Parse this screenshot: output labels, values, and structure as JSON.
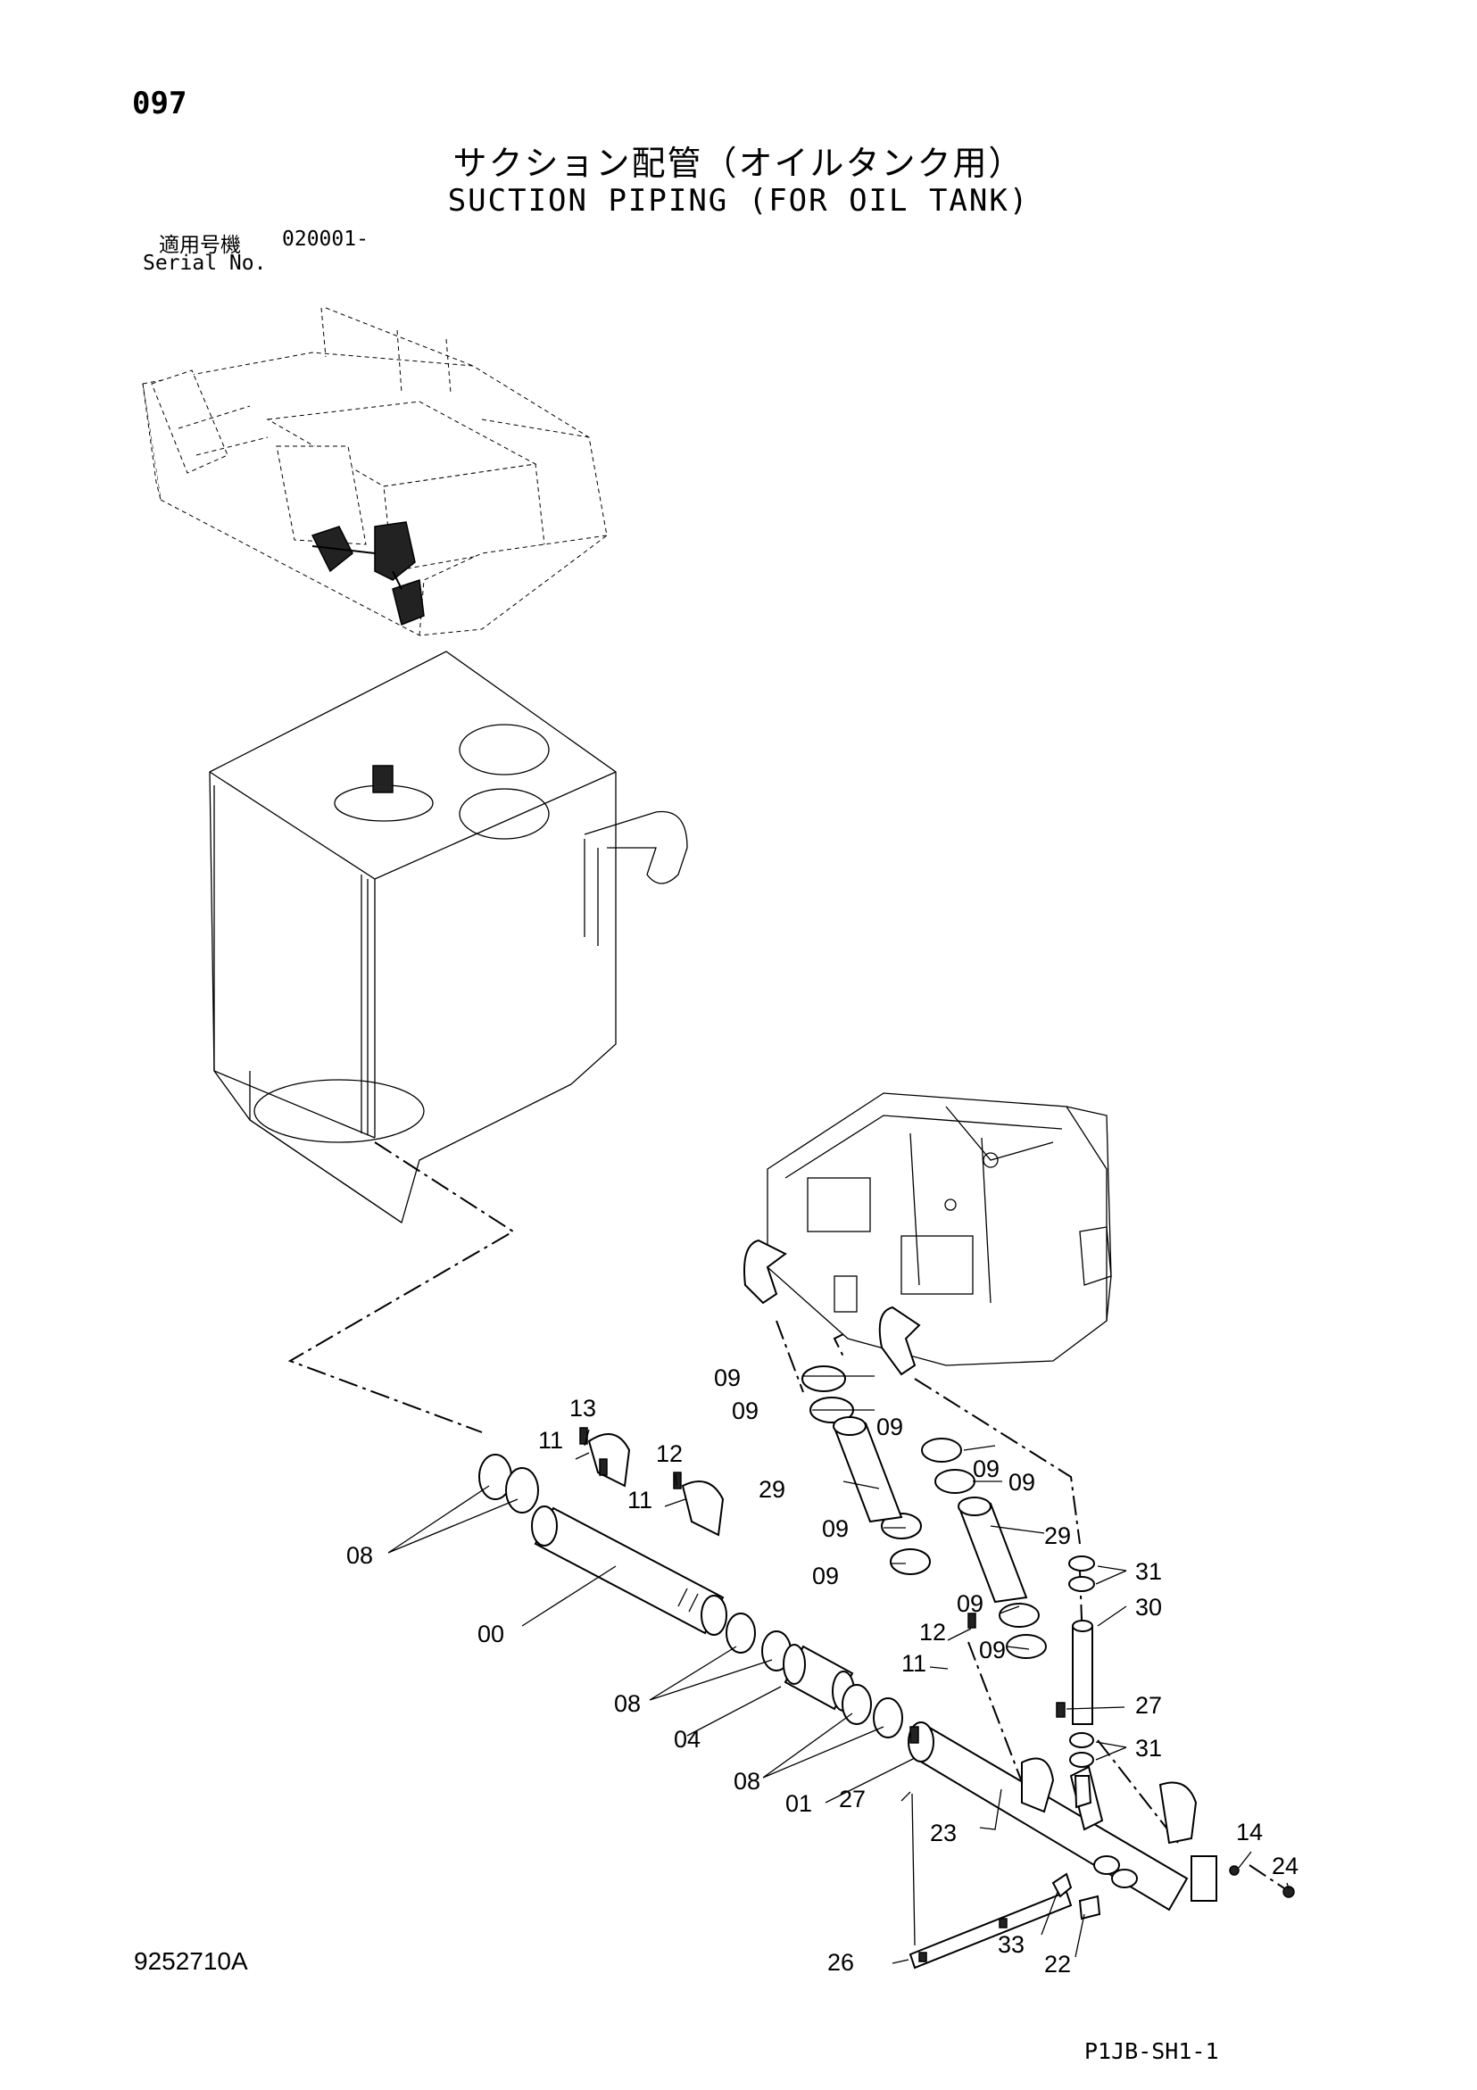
{
  "header": {
    "page_number": "097",
    "title_jp": "サクション配管（オイルタンク用）",
    "title_en": "SUCTION PIPING (FOR OIL TANK)",
    "serial_label_jp": "適用号機",
    "serial_value": "020001-",
    "serial_label_en": "Serial No."
  },
  "footer": {
    "document_number": "9252710A",
    "sheet_code": "P1JB-SH1-1"
  },
  "callouts": [
    {
      "label": "00"
    },
    {
      "label": "01"
    },
    {
      "label": "04"
    },
    {
      "label": "08"
    },
    {
      "label": "08"
    },
    {
      "label": "08"
    },
    {
      "label": "09"
    },
    {
      "label": "09"
    },
    {
      "label": "09"
    },
    {
      "label": "09"
    },
    {
      "label": "09"
    },
    {
      "label": "09"
    },
    {
      "label": "09"
    },
    {
      "label": "09"
    },
    {
      "label": "09"
    },
    {
      "label": "11"
    },
    {
      "label": "11"
    },
    {
      "label": "11"
    },
    {
      "label": "12"
    },
    {
      "label": "12"
    },
    {
      "label": "13"
    },
    {
      "label": "14"
    },
    {
      "label": "22"
    },
    {
      "label": "23"
    },
    {
      "label": "24"
    },
    {
      "label": "26"
    },
    {
      "label": "27"
    },
    {
      "label": "27"
    },
    {
      "label": "29"
    },
    {
      "label": "29"
    },
    {
      "label": "30"
    },
    {
      "label": "31"
    },
    {
      "label": "31"
    },
    {
      "label": "33"
    }
  ]
}
